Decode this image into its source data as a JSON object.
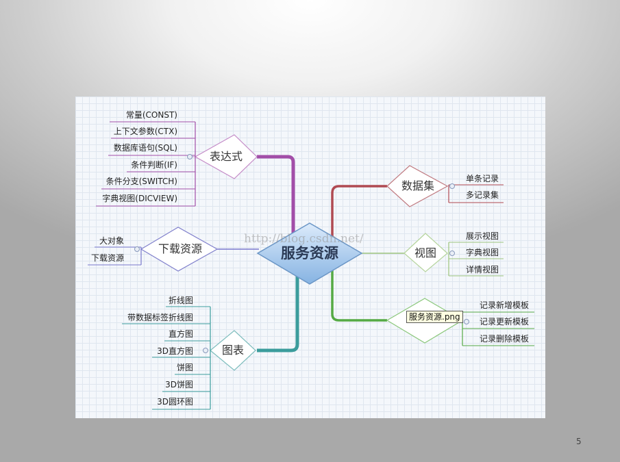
{
  "center": {
    "label": "服务资源"
  },
  "watermark": "http://blog.csdn.net/",
  "tooltip": "服务资源.png",
  "page_number": "5",
  "branches": {
    "expression": {
      "label": "表达式",
      "items": [
        "常量(CONST)",
        "上下文参数(CTX)",
        "数据库语句(SQL)",
        "条件判断(IF)",
        "条件分支(SWITCH)",
        "字典视图(DICVIEW)"
      ]
    },
    "download": {
      "label": "下载资源",
      "items": [
        "大对象",
        "下载资源"
      ]
    },
    "chart": {
      "label": "图表",
      "items": [
        "折线图",
        "带数据标签折线图",
        "直方图",
        "3D直方图",
        "饼图",
        "3D饼图",
        "3D圆环图"
      ]
    },
    "dataset": {
      "label": "数据集",
      "items": [
        "单条记录",
        "多记录集"
      ]
    },
    "view": {
      "label": "视图",
      "items": [
        "展示视图",
        "字典视图",
        "详情视图"
      ]
    },
    "maintenance": {
      "label": "",
      "items": [
        "记录新增模板",
        "记录更新模板",
        "记录删除模板"
      ]
    }
  },
  "colors": {
    "expression": "#a24ea8",
    "download": "#7777cc",
    "chart": "#3b9c9c",
    "dataset": "#b04a52",
    "view": "#9cc47c",
    "maintenance": "#55aa44",
    "diamond_fill": "#9ec5ee"
  }
}
